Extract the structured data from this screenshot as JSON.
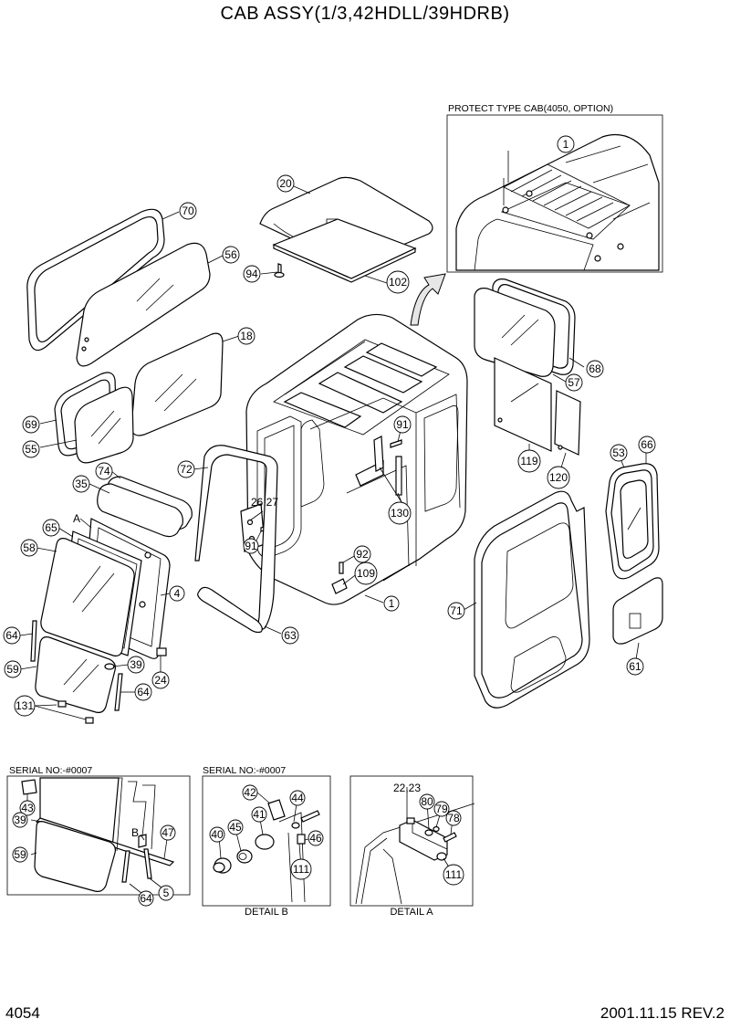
{
  "title": "CAB ASSY(1/3,42HDLL/39HDRB)",
  "page_number": "4054",
  "date_rev": "2001.11.15  REV.2",
  "protect_box": {
    "label": "PROTECT TYPE CAB(4050, OPTION)",
    "callout": "1"
  },
  "detail_boxes": [
    {
      "serial": "SERIAL NO:-#0007",
      "caption": ""
    },
    {
      "serial": "SERIAL NO:-#0007",
      "caption": "DETAIL B"
    },
    {
      "serial": "",
      "caption": "DETAIL A"
    }
  ],
  "callouts": {
    "c70": "70",
    "c56": "56",
    "c20": "20",
    "c94": "94",
    "c102": "102",
    "c18": "18",
    "c69": "69",
    "c55": "55",
    "c35": "35",
    "c74": "74",
    "c72": "72",
    "cA": "A",
    "c65": "65",
    "c58": "58",
    "c4": "4",
    "c64a": "64",
    "c59": "59",
    "c39": "39",
    "c24": "24",
    "c64b": "64",
    "c131": "131",
    "c2627": "26,27",
    "c91a": "91",
    "c91b": "91",
    "c130": "130",
    "c92": "92",
    "c109": "109",
    "c1": "1",
    "c63": "63",
    "c68": "68",
    "c57": "57",
    "c119": "119",
    "c120": "120",
    "c53": "53",
    "c66": "66",
    "c71": "71",
    "c61": "61",
    "d43": "43",
    "d39": "39",
    "d59": "59",
    "dB": "B",
    "d47": "47",
    "d64": "64",
    "d5": "5",
    "b42": "42",
    "b44": "44",
    "b41": "41",
    "b40": "40",
    "b45": "45",
    "b46": "46",
    "b111": "111",
    "a2223": "22,23",
    "a80": "80",
    "a79": "79",
    "a78": "78",
    "a111": "111"
  }
}
